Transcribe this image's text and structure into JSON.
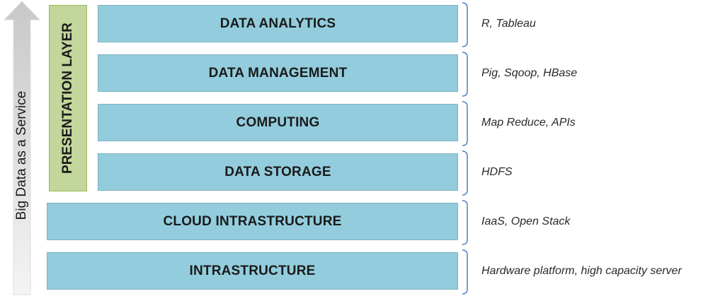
{
  "side_label": "Big Data as a Service",
  "presentation_layer": "PRESENTATION LAYER",
  "layers": [
    {
      "label": "DATA ANALYTICS",
      "tech": "R, Tableau"
    },
    {
      "label": "DATA MANAGEMENT",
      "tech": "Pig, Sqoop, HBase"
    },
    {
      "label": "COMPUTING",
      "tech": "Map Reduce, APIs"
    },
    {
      "label": "DATA STORAGE",
      "tech": "HDFS"
    },
    {
      "label": "CLOUD INTRASTRUCTURE",
      "tech": "IaaS, Open Stack"
    },
    {
      "label": "INTRASTRUCTURE",
      "tech": "Hardware platform, high capacity server"
    }
  ],
  "colors": {
    "layer_fill": "#93cddd",
    "presentation_fill": "#c3d69b",
    "bracket": "#4f81bd"
  }
}
